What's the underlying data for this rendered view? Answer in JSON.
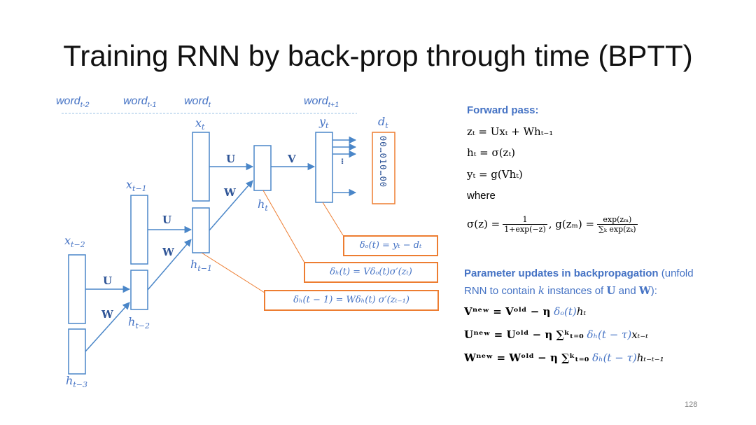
{
  "title": "Training RNN by back-prop through time (BPTT)",
  "page_number": "128",
  "words": [
    {
      "base": "word",
      "sub": "t-2"
    },
    {
      "base": "word",
      "sub": "t-1"
    },
    {
      "base": "word",
      "sub": "t"
    },
    {
      "base": "word",
      "sub": "t+1"
    }
  ],
  "diagram": {
    "x_labels": [
      {
        "base": "x",
        "sub": "t−2"
      },
      {
        "base": "x",
        "sub": "t−1"
      },
      {
        "base": "x",
        "sub": "t"
      }
    ],
    "h_labels": [
      {
        "base": "h",
        "sub": "t−3"
      },
      {
        "base": "h",
        "sub": "t−2"
      },
      {
        "base": "h",
        "sub": "t−1"
      },
      {
        "base": "h",
        "sub": "t"
      }
    ],
    "y_label": {
      "base": "y",
      "sub": "t"
    },
    "d_label": {
      "base": "d",
      "sub": "t"
    },
    "weight_U": "U",
    "weight_W": "W",
    "weight_V": "V",
    "output_dots": "…",
    "target_vector": "00…010…00"
  },
  "delta_boxes": {
    "delta_o": "δₒ(t) = yₜ − dₜ",
    "delta_h": "δₕ(t) = Vδₒ(t)σ′(zₜ)",
    "delta_h_prev": "δₕ(t − 1) = Wδₕ(t) σ′(zₜ₋₁)"
  },
  "forward_pass": {
    "heading": "Forward pass:",
    "eq1": "zₜ = Uxₜ + Whₜ₋₁",
    "eq2": "hₜ = σ(zₜ)",
    "eq3": "yₜ = g(Vhₜ)",
    "where": "where",
    "sigma_lhs": "σ(z) =",
    "sigma_num": "1",
    "sigma_den": "1+exp(−z)",
    "g_lhs": ",  g(zₘ) =",
    "g_num": "exp(zₘ)",
    "g_den": "∑ₖ exp(zₖ)"
  },
  "param_updates": {
    "heading_bold": "Parameter updates in backpropagation",
    "heading_rest": " (unfold",
    "heading_line2_a": "RNN to contain ",
    "heading_line2_k": "k",
    "heading_line2_b": " instances of ",
    "heading_line2_U": "U",
    "heading_line2_and": " and ",
    "heading_line2_W": "W",
    "heading_line2_end": "):",
    "v_update_lhs": "Vⁿᵉʷ = Vᵒˡᵈ − η",
    "v_update_delta": "δₒ(t)",
    "v_update_end": "hₜ",
    "u_update_lhs": "Uⁿᵉʷ = Uᵒˡᵈ − η ∑ᵏₜ₌₀",
    "u_update_delta": "δₕ(t − τ)",
    "u_update_end": "xₜ₋ₜ",
    "w_update_lhs": "Wⁿᵉʷ = Wᵒˡᵈ − η ∑ᵏₜ₌₀",
    "w_update_delta": "δₕ(t − τ)",
    "w_update_end": "hₜ₋ₜ₋₁"
  },
  "colors": {
    "blue": "#4472c4",
    "dark_blue": "#2f5597",
    "orange": "#ed7d31"
  }
}
